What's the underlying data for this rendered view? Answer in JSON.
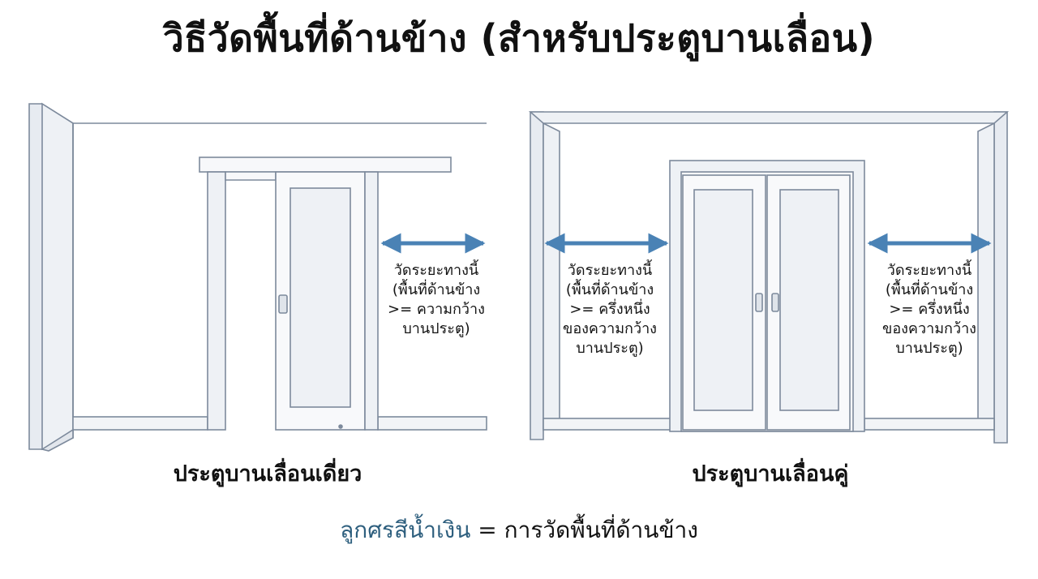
{
  "title": "วิธีวัดพื้นที่ด้านข้าง (สำหรับประตูบานเลื่อน)",
  "single_door": {
    "caption": "ประตูบานเลื่อนเดี่ยว",
    "measure_note": [
      "วัดระยะทางนี้",
      "(พื้นที่ด้านข้าง",
      ">= ความกว้าง",
      "บานประตู)"
    ]
  },
  "double_door": {
    "caption": "ประตูบานเลื่อนคู่",
    "left_note": [
      "วัดระยะทางนี้",
      "(พื้นที่ด้านข้าง",
      ">= ครึ่งหนึ่ง",
      "ของความกว้าง",
      "บานประตู)"
    ],
    "right_note": [
      "วัดระยะทางนี้",
      "(พื้นที่ด้านข้าง",
      ">= ครึ่งหนึ่ง",
      "ของความกว้าง",
      "บานประตู)"
    ]
  },
  "legend": {
    "blue_text": "ลูกศรสีน้ำเงิน",
    "equals": "=",
    "meaning": "การวัดพื้นที่ด้านข้าง"
  },
  "colors": {
    "arrow": "#4a82b5",
    "line": "#7d8a9c",
    "wall_fill": "#f3f5f8",
    "legend_blue": "#2e5f7e"
  }
}
